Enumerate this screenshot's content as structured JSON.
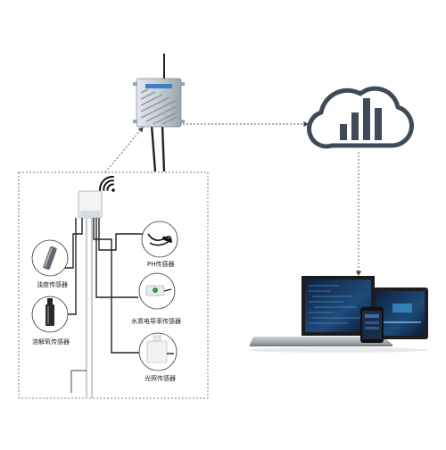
{
  "sensors": {
    "turbidity": "浊度传感器",
    "dissolved_oxygen": "溶解氧传感器",
    "ph": "PH传感器",
    "conductivity": "水质电导率传感器",
    "light": "光照传感器"
  },
  "icons": {
    "gateway": "gateway-device-icon",
    "cloud": "cloud-chart-icon",
    "wifi": "wifi-icon",
    "laptop": "laptop-icon",
    "tablet": "tablet-icon",
    "phone": "phone-icon"
  },
  "colors": {
    "line": "#333333",
    "dashed": "#555555",
    "cloud": "#3e4a57",
    "gateway": "#c9d0d6",
    "screen": "#123456"
  }
}
